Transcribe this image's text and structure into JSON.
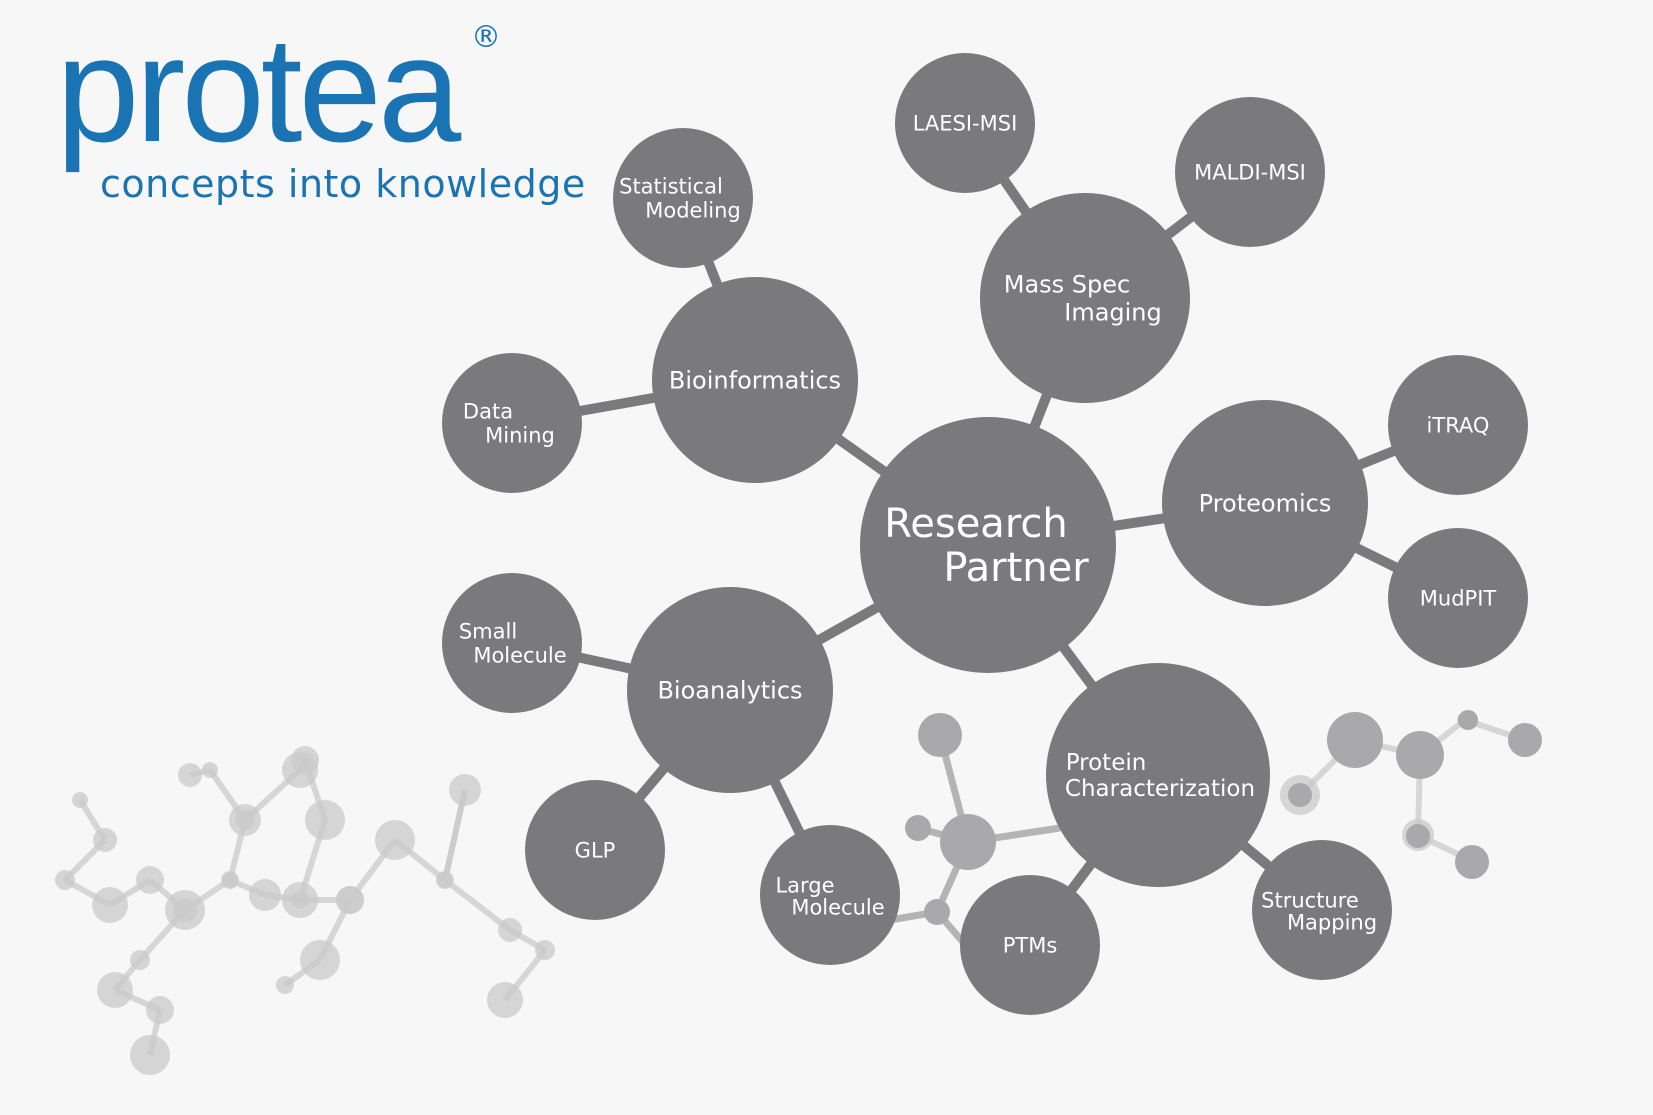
{
  "brand": {
    "name": "protea",
    "registered_mark": "®",
    "tagline": "concepts into knowledge",
    "color": "#1a74b3"
  },
  "diagram": {
    "node_color": "#7a7a7d",
    "edge_color": "#7a7a7d",
    "decor_color": "#c9c9c9",
    "nodes": [
      {
        "id": "research-partner",
        "lines": [
          "Research",
          "Partner"
        ]
      },
      {
        "id": "bioinformatics",
        "lines": [
          "Bioinformatics"
        ]
      },
      {
        "id": "statistical-modeling",
        "lines": [
          "Statistical",
          "Modeling"
        ]
      },
      {
        "id": "data-mining",
        "lines": [
          "Data",
          "Mining"
        ]
      },
      {
        "id": "mass-spec-imaging",
        "lines": [
          "Mass Spec",
          "Imaging"
        ]
      },
      {
        "id": "laesi-msi",
        "lines": [
          "LAESI-MSI"
        ]
      },
      {
        "id": "maldi-msi",
        "lines": [
          "MALDI-MSI"
        ]
      },
      {
        "id": "proteomics",
        "lines": [
          "Proteomics"
        ]
      },
      {
        "id": "itraq",
        "lines": [
          "iTRAQ"
        ]
      },
      {
        "id": "mudpit",
        "lines": [
          "MudPIT"
        ]
      },
      {
        "id": "bioanalytics",
        "lines": [
          "Bioanalytics"
        ]
      },
      {
        "id": "small-molecule",
        "lines": [
          "Small",
          "Molecule"
        ]
      },
      {
        "id": "glp",
        "lines": [
          "GLP"
        ]
      },
      {
        "id": "large-molecule",
        "lines": [
          "Large",
          "Molecule"
        ]
      },
      {
        "id": "protein-characterization",
        "lines": [
          "Protein",
          "Characterization"
        ]
      },
      {
        "id": "ptms",
        "lines": [
          "PTMs"
        ]
      },
      {
        "id": "structure-mapping",
        "lines": [
          "Structure",
          "Mapping"
        ]
      }
    ],
    "edges": [
      [
        "research-partner",
        "bioinformatics"
      ],
      [
        "research-partner",
        "mass-spec-imaging"
      ],
      [
        "research-partner",
        "proteomics"
      ],
      [
        "research-partner",
        "bioanalytics"
      ],
      [
        "research-partner",
        "protein-characterization"
      ],
      [
        "bioinformatics",
        "statistical-modeling"
      ],
      [
        "bioinformatics",
        "data-mining"
      ],
      [
        "mass-spec-imaging",
        "laesi-msi"
      ],
      [
        "mass-spec-imaging",
        "maldi-msi"
      ],
      [
        "proteomics",
        "itraq"
      ],
      [
        "proteomics",
        "mudpit"
      ],
      [
        "bioanalytics",
        "small-molecule"
      ],
      [
        "bioanalytics",
        "glp"
      ],
      [
        "bioanalytics",
        "large-molecule"
      ],
      [
        "protein-characterization",
        "ptms"
      ],
      [
        "protein-characterization",
        "structure-mapping"
      ]
    ]
  }
}
